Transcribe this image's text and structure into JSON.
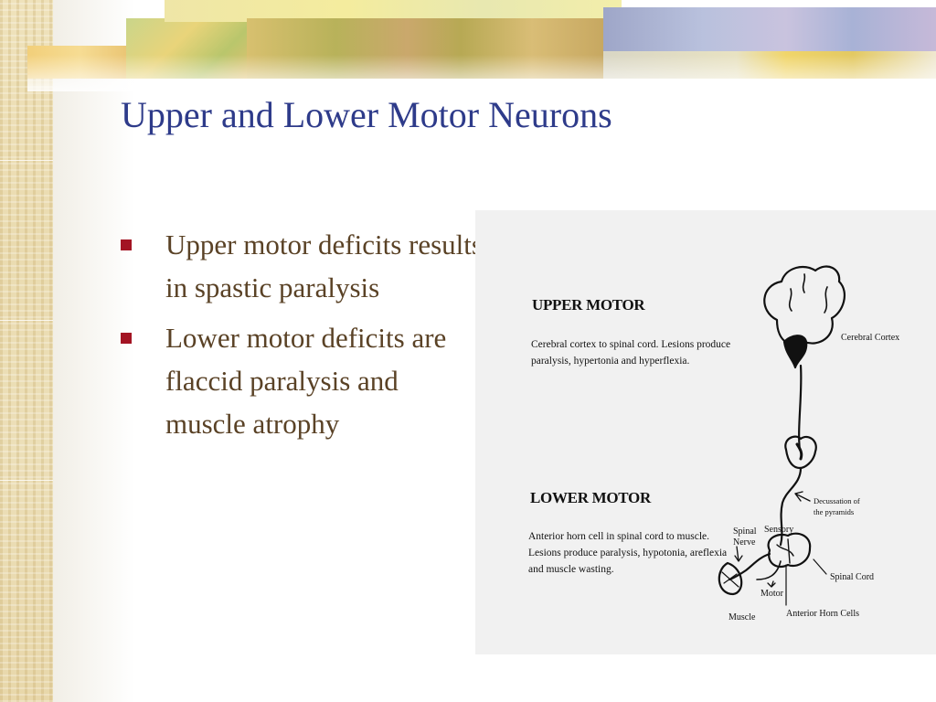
{
  "slide": {
    "title": "Upper and Lower Motor Neurons",
    "bullets": [
      "Upper motor deficits results in spastic paralysis",
      "Lower motor deficits are flaccid paralysis and muscle atrophy"
    ],
    "bullet_color": "#a31423",
    "title_color": "#2e3b8a"
  },
  "figure": {
    "upper_heading": "UPPER MOTOR",
    "upper_desc_1": "Cerebral cortex to spinal cord.  Lesions produce",
    "upper_desc_2": "paralysis, hypertonia and hyperflexia.",
    "lower_heading": "LOWER MOTOR",
    "lower_desc_1": "Anterior horn cell in spinal cord to muscle.",
    "lower_desc_2": "Lesions produce paralysis, hypotonia, areflexia",
    "lower_desc_3": "and muscle wasting.",
    "labels": {
      "cerebral_cortex": "Cerebral Cortex",
      "decussation_1": "Decussation of",
      "decussation_2": "the pyramids",
      "spinal_nerve_1": "Spinal",
      "spinal_nerve_2": "Nerve",
      "sensory": "Sensory",
      "spinal_cord": "Spinal Cord",
      "motor": "Motor",
      "muscle": "Muscle",
      "anterior_horn_cells": "Anterior Horn Cells"
    }
  }
}
